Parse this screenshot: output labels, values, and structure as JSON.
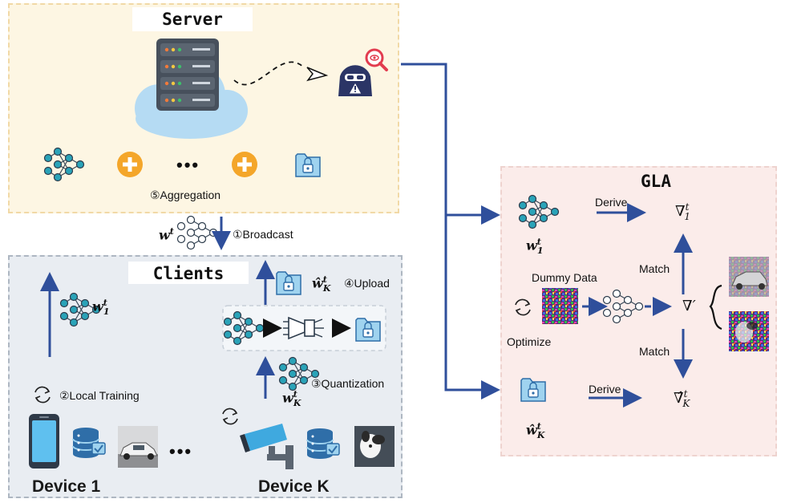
{
  "server": {
    "title": "Server",
    "aggregation_label": "⑤Aggregation",
    "ellipsis": "•••"
  },
  "broadcast": {
    "weight": "w",
    "weight_sup": "t",
    "label": "①Broadcast"
  },
  "clients": {
    "title": "Clients",
    "upload_label": "④Upload",
    "quantization_label": "③Quantization",
    "local_training_label": "②Local Training",
    "w1": {
      "base": "w",
      "sup": "t",
      "sub": "1"
    },
    "wk": {
      "base": "w",
      "sup": "t",
      "sub": "K"
    },
    "wk_hat": {
      "base": "ŵ",
      "sup": "t",
      "sub": "K"
    },
    "device1": "Device 1",
    "deviceK": "Device K",
    "ellipsis": "•••"
  },
  "gla": {
    "title": "GLA",
    "derive_top": "Derive",
    "derive_bottom": "Derive",
    "match_top": "Match",
    "match_bottom": "Match",
    "dummy_data": "Dummy Data",
    "optimize": "Optimize",
    "w1": {
      "base": "w",
      "sup": "t",
      "sub": "1"
    },
    "wk_hat": {
      "base": "ŵ",
      "sup": "t",
      "sub": "K"
    },
    "grad1": {
      "base": "∇",
      "sup": "t",
      "sub": "1"
    },
    "grad_prime": "∇′",
    "gradk": {
      "base": "∇̂",
      "sup": "t",
      "sub": "K"
    }
  },
  "colors": {
    "arrow": "#2f4f9b",
    "accent_teal": "#2aa3b8",
    "plus_orange": "#f4a62a"
  }
}
